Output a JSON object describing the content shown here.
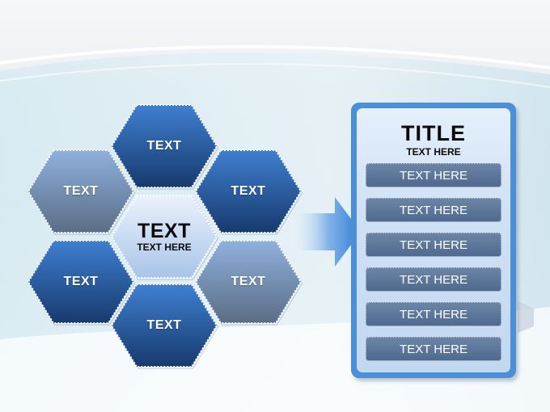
{
  "diagram": {
    "hexagons": [
      {
        "label": "TEXT",
        "style": "dark"
      },
      {
        "label": "TEXT",
        "style": "gray"
      },
      {
        "label": "TEXT",
        "style": "dark"
      },
      {
        "label": "TEXT",
        "style": "dark"
      },
      {
        "label": "TEXT",
        "style": "gray"
      },
      {
        "label": "TEXT",
        "style": "dark"
      }
    ],
    "center": {
      "title": "TEXT",
      "subtitle": "TEXT HERE"
    },
    "panel": {
      "title": "TITLE",
      "subtitle": "TEXT HERE",
      "items": [
        "TEXT HERE",
        "TEXT HERE",
        "TEXT HERE",
        "TEXT HERE",
        "TEXT HERE",
        "TEXT HERE"
      ]
    }
  },
  "colors": {
    "hex_dark_top": "#3f7fd0",
    "hex_dark_bottom": "#173a6e",
    "hex_gray_top": "#8fb1dd",
    "hex_gray_bottom": "#5a6d86",
    "center_top": "#eaf2fc",
    "center_bottom": "#a9c4e8",
    "panel_border": "#4a8fd8",
    "panel_row": "#5a7498",
    "arrow": "#3f87da"
  }
}
